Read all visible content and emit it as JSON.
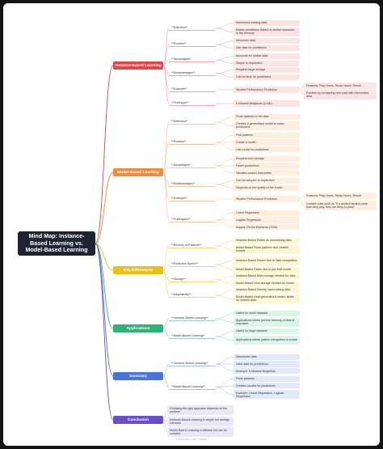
{
  "root": "Mind Map: Instance-Based Learning vs. Model-Based Learning",
  "footer": "Generated with xmind",
  "sections": [
    {
      "label": "Instance-Based Learning",
      "color": "#e0474c",
      "light": "#fde4e4",
      "line": "#f2a5a7",
      "children": [
        {
          "label": "**Definition**",
          "leaves": [
            {
              "text": "Memorizes training data"
            },
            {
              "text": "Makes predictions based on similar instances in the memory"
            }
          ]
        },
        {
          "label": "**Process**",
          "leaves": [
            {
              "text": "Memorize data"
            },
            {
              "text": "Use data for predictions"
            }
          ]
        },
        {
          "label": "**Advantages**",
          "leaves": [
            {
              "text": "Accounts for similar data"
            },
            {
              "text": "Simple to implement"
            }
          ]
        },
        {
          "label": "**Disadvantages**",
          "leaves": [
            {
              "text": "Requires large storage"
            },
            {
              "text": "Can be slow for predictions"
            }
          ]
        },
        {
          "label": "**Example**",
          "leaves": [
            {
              "text": "Student Performance Prediction",
              "subs": [
                "Features: Play Hours, Study Hours, Result",
                "Predicts by comparing new data with memorized data"
              ]
            }
          ]
        },
        {
          "label": "**Technique**",
          "leaves": [
            {
              "text": "k-Nearest Neighbors (k-NN)"
            }
          ]
        }
      ]
    },
    {
      "label": "Model-Based Learning",
      "color": "#f08a3c",
      "light": "#fdeee0",
      "line": "#f5c49d",
      "children": [
        {
          "label": "**Definition**",
          "leaves": [
            {
              "text": "Finds patterns in the data"
            },
            {
              "text": "Creates a generalized model to make predictions"
            }
          ]
        },
        {
          "label": "**Process**",
          "leaves": [
            {
              "text": "Find patterns"
            },
            {
              "text": "Create a model"
            },
            {
              "text": "Use model for predictions"
            }
          ]
        },
        {
          "label": "**Advantages**",
          "leaves": [
            {
              "text": "Requires less storage"
            },
            {
              "text": "Faster predictions"
            },
            {
              "text": "Handles unseen data better"
            }
          ]
        },
        {
          "label": "**Disadvantages**",
          "leaves": [
            {
              "text": "Can be complex to implement"
            },
            {
              "text": "Depends on the quality of the model"
            }
          ]
        },
        {
          "label": "**Example**",
          "leaves": [
            {
              "text": "Student Performance Prediction",
              "subs": [
                "Features: Play Hours, Study Hours, Result",
                "Creates rules such as \"if a student studies more than they play, they are likely to pass\""
              ]
            }
          ]
        },
        {
          "label": "**Techniques**",
          "leaves": [
            {
              "text": "Linear Regression"
            },
            {
              "text": "Logistic Regression"
            },
            {
              "text": "Support Vector Machines (SVM)"
            }
          ]
        }
      ]
    },
    {
      "label": "Key Differences",
      "color": "#e3c21b",
      "light": "#fdf6d2",
      "line": "#ecd96f",
      "children": [
        {
          "label": "**Memory vs Patterns**",
          "leaves": [
            {
              "text": "Instance-Based Relies on memorizing data"
            },
            {
              "text": "Model-Based Finds patterns and creates models"
            }
          ]
        },
        {
          "label": "**Prediction Speed**",
          "leaves": [
            {
              "text": "Instance-Based Slower due to data comparison"
            },
            {
              "text": "Model-Based Faster due to pre-built model"
            }
          ]
        },
        {
          "label": "**Storage**",
          "leaves": [
            {
              "text": "Instance-Based More storage needed for data"
            },
            {
              "text": "Model-Based Less storage needed for model"
            }
          ]
        },
        {
          "label": "**Adaptability**",
          "leaves": [
            {
              "text": "Instance-Based Directly uses training data"
            },
            {
              "text": "Model-Based Uses generalized model, better for unseen data"
            }
          ]
        }
      ]
    },
    {
      "label": "Applications",
      "color": "#2fb27a",
      "light": "#ddf4ea",
      "line": "#8fd6b6",
      "children": [
        {
          "label": "**Instance-Based Learning**",
          "leaves": [
            {
              "text": "Useful for small datasets"
            },
            {
              "text": "Applications where precise memory of data is important"
            }
          ]
        },
        {
          "label": "**Model-Based Learning**",
          "leaves": [
            {
              "text": "Useful for large datasets"
            },
            {
              "text": "Applications where pattern recognition is crucial"
            }
          ]
        }
      ]
    },
    {
      "label": "Summary",
      "color": "#4c72dc",
      "light": "#e2e9fb",
      "line": "#a5b9ee",
      "children": [
        {
          "label": "**Instance-Based Learning**",
          "leaves": [
            {
              "text": "Memorizes data"
            },
            {
              "text": "Uses data for predictions"
            },
            {
              "text": "Example: k-Nearest Neighbors"
            }
          ]
        },
        {
          "label": "**Model-Based Learning**",
          "leaves": [
            {
              "text": "Finds patterns"
            },
            {
              "text": "Creates models for predictions"
            },
            {
              "text": "Example: Linear Regression, Logistic Regression"
            }
          ]
        }
      ]
    },
    {
      "label": "Conclusion",
      "color": "#6a4fc8",
      "light": "#ebe6f8",
      "line": "#bfb2e6",
      "leaves": [
        {
          "text": "Choosing the right approach depends on the problem"
        },
        {
          "text": "Instance-Based Learning is simple but storage-intensive"
        },
        {
          "text": "Model-Based Learning is efficient but can be complex"
        }
      ]
    }
  ]
}
